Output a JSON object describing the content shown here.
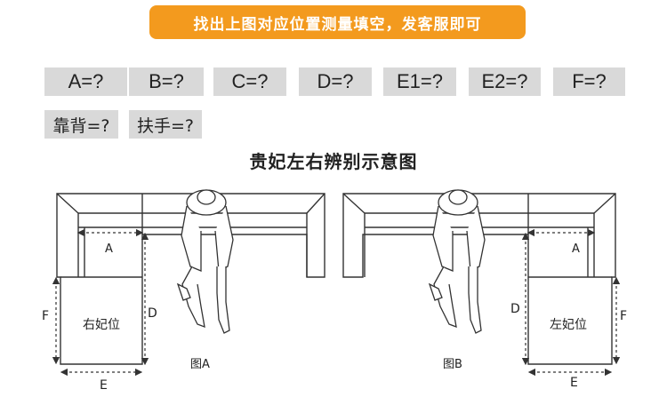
{
  "banner": {
    "text": "找出上图对应位置测量填空，发客服即可"
  },
  "fields": [
    "A=?",
    "B=?",
    "C=?",
    "D=?",
    "E1=?",
    "E2=?",
    "F=?",
    "靠背=?",
    "扶手=?"
  ],
  "diagram_title": "贵妃左右辨别示意图",
  "figA": {
    "caption": "图A",
    "position_label": "右妃位",
    "label_a": "A",
    "label_d": "D",
    "label_e": "E",
    "label_f": "F"
  },
  "figB": {
    "caption": "图B",
    "position_label": "左妃位",
    "label_a": "A",
    "label_d": "D",
    "label_e": "E",
    "label_f": "F"
  },
  "colors": {
    "banner": "#f39a1e",
    "field_bg": "#d9d9d9",
    "line": "#333333"
  }
}
